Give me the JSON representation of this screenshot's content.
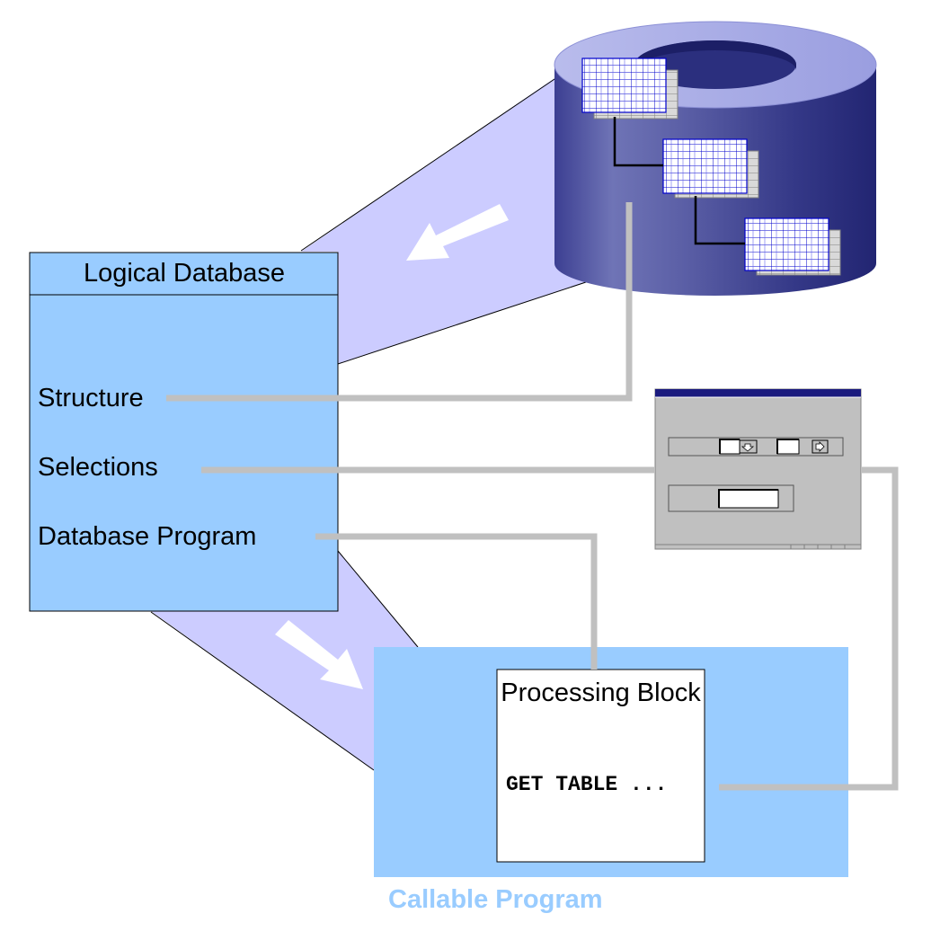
{
  "logical_database": {
    "title": "Logical Database",
    "items": [
      "Structure",
      "Selections",
      "Database Program"
    ]
  },
  "processing_block": {
    "title": "Processing Block",
    "code": "GET TABLE ..."
  },
  "callable_program": {
    "label": "Callable Program"
  },
  "colors": {
    "light_blue": "#99CCFF",
    "beam": "#CCCCFF",
    "cylinder_dark": "#2B2F7E",
    "cylinder_light": "#7F84C2",
    "connector": "#C0C0C0",
    "caption_text": "#99CCFF",
    "table_blue": "#0000CC"
  },
  "icons": [
    "database-cylinder-icon",
    "table-grid-icon",
    "selection-screen-icon",
    "arrow-icon"
  ]
}
